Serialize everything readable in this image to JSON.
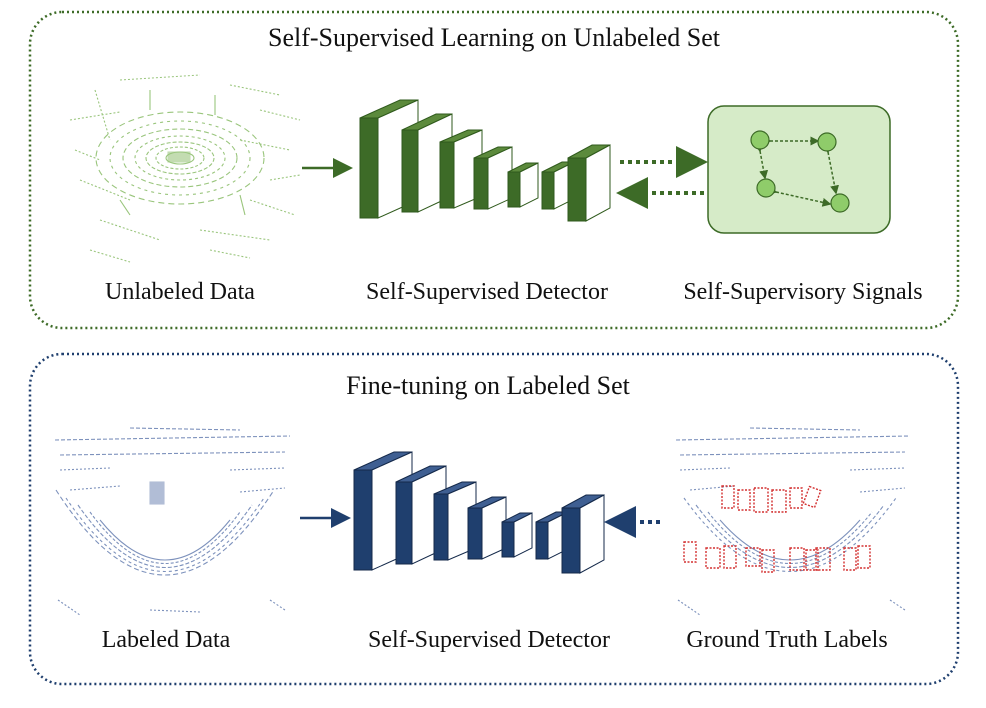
{
  "top_panel": {
    "title": "Self-Supervised Learning on Unlabeled Set",
    "left_label": "Unlabeled Data",
    "middle_label": "Self-Supervised Detector",
    "right_label": "Self-Supervisory Signals",
    "color": "#3d6b27",
    "light_color": "#8fbf6e"
  },
  "bottom_panel": {
    "title": "Fine-tuning on Labeled Set",
    "left_label": "Labeled Data",
    "middle_label": "Self-Supervised Detector",
    "right_label": "Ground Truth Labels",
    "color": "#1f3f6e",
    "light_color": "#6f86b5",
    "box_color": "#d33030"
  }
}
